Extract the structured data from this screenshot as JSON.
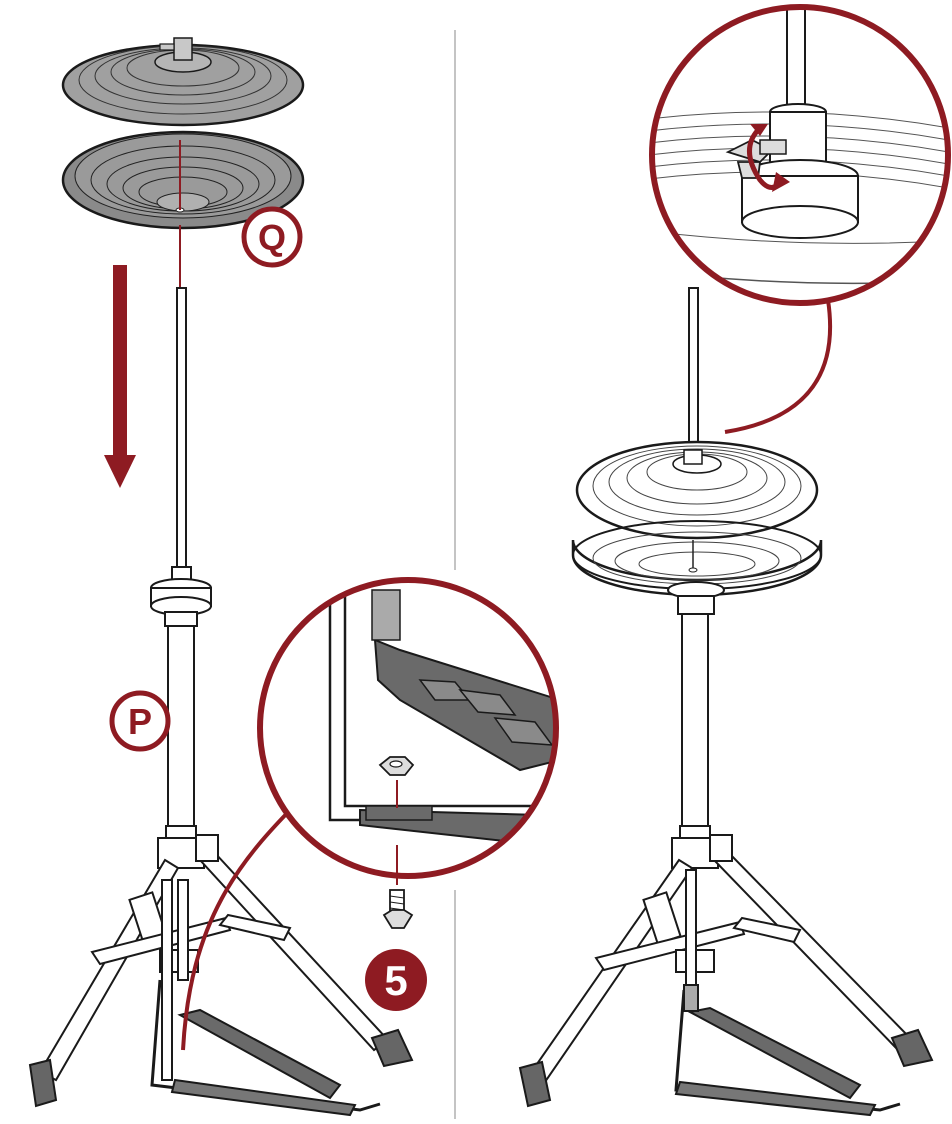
{
  "labels": {
    "part_q": "Q",
    "part_p": "P",
    "step": "5"
  },
  "colors": {
    "accent": "#8e1b22",
    "line": "#1a1a1a",
    "cymbal_fill": "#9a9a9a",
    "cymbal_light": "#c8c8c8",
    "pedal_fill": "#6a6a6a",
    "divider": "#b0b0b0"
  }
}
